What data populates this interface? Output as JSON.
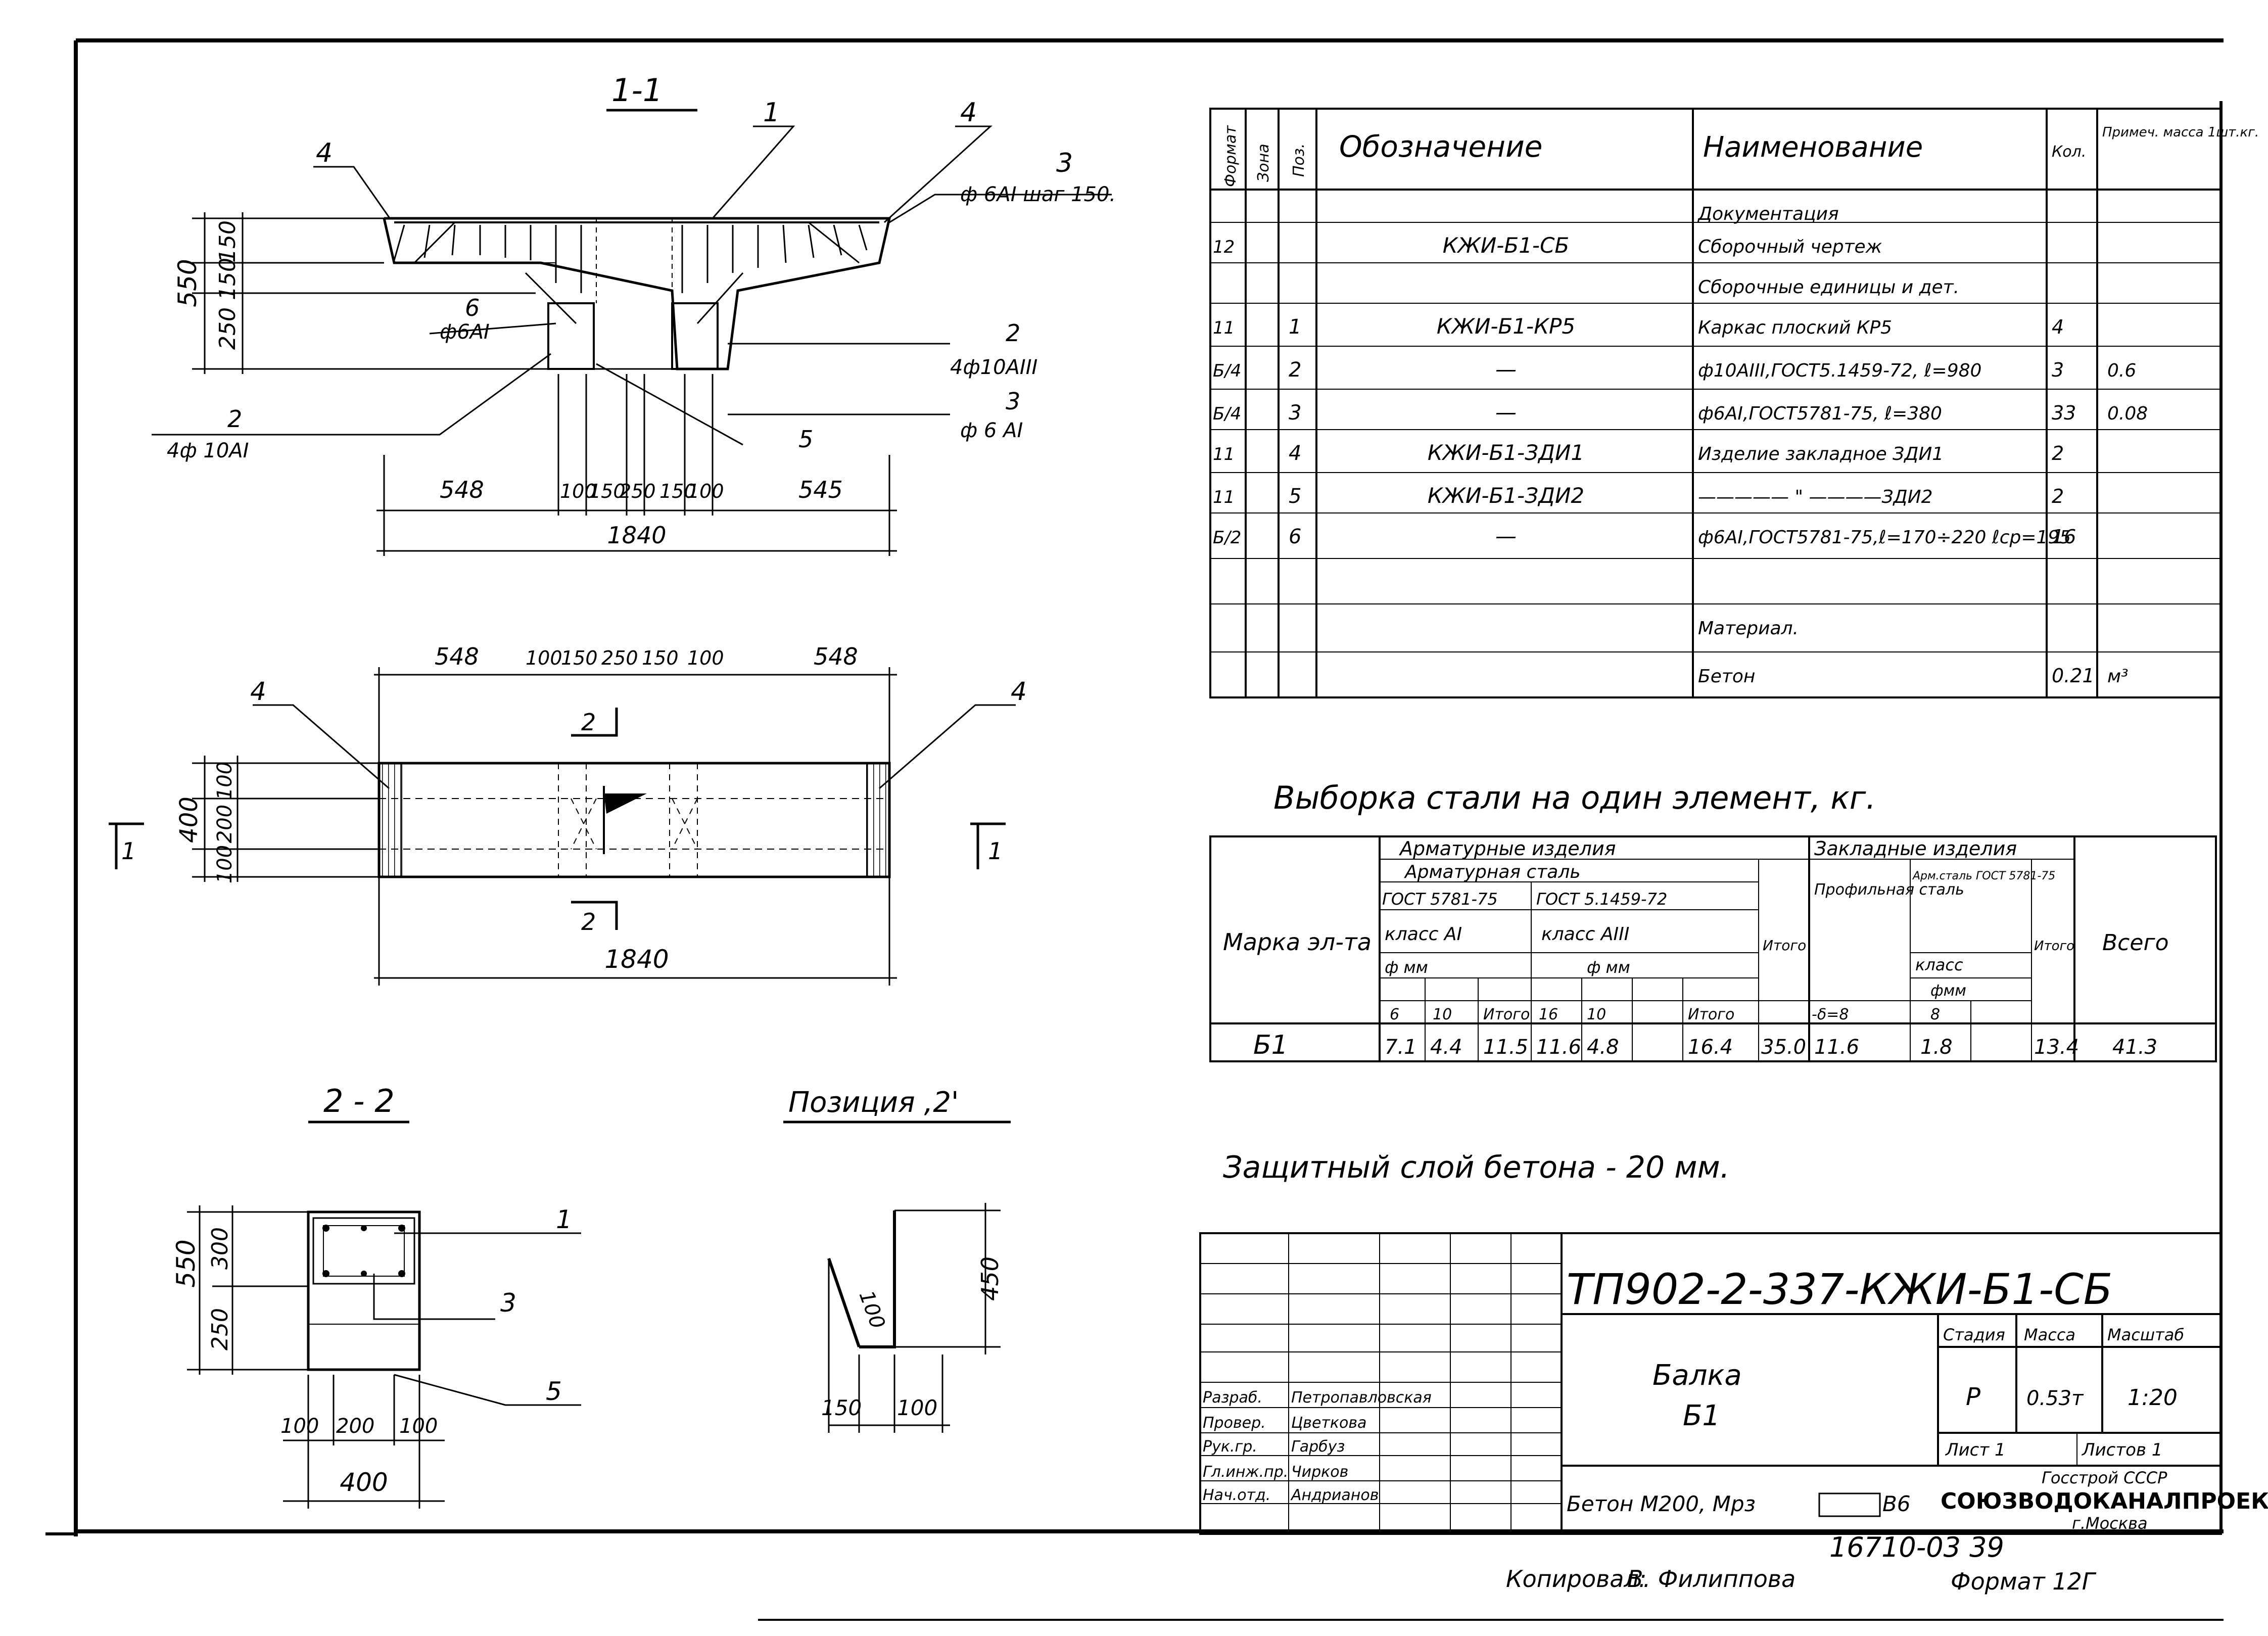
{
  "section_1_1": {
    "title": "1-1",
    "callouts": {
      "c1": "1",
      "c3": "3",
      "c4a": "4",
      "c4b": "4",
      "c2": "2",
      "c2b": "2",
      "c3b": "3",
      "c5": "5",
      "c6": "6"
    },
    "rebar": {
      "r1": "ф 6AI шаг 150.",
      "r2": "4ф10AIII",
      "r3": "ф 6 AI",
      "r4": "4ф 10AI",
      "r5": "ф6AI"
    },
    "dims_vert": [
      "550",
      "150",
      "150",
      "250"
    ],
    "dims_horiz": [
      "548",
      "100",
      "150",
      "250",
      "150",
      "100",
      "545"
    ],
    "total": "1840"
  },
  "plan": {
    "dims_horiz": [
      "548",
      "100",
      "150",
      "250",
      "150",
      "100",
      "548"
    ],
    "dims_vert": [
      "400",
      "100",
      "200",
      "100"
    ],
    "total": "1840",
    "callout_left": "4",
    "callout_right": "4",
    "mark_2": "2",
    "mark_1": "1"
  },
  "section_2_2": {
    "title": "2 - 2",
    "callouts": {
      "c1": "1",
      "c3": "3",
      "c5": "5"
    },
    "dims_vert": [
      "550",
      "300",
      "250"
    ],
    "dims_horiz": [
      "100",
      "200",
      "100"
    ],
    "total": "400"
  },
  "position_2": {
    "title": "Позиция ,2'",
    "dims": {
      "h": "450",
      "d": "100",
      "a": "150",
      "b": "100"
    }
  },
  "spec_table": {
    "headers": {
      "format": "Формат",
      "zone": "Зона",
      "pos": "Поз.",
      "designation": "Обозначение",
      "name": "Наименование",
      "qty": "Кол.",
      "note": "Примеч. масса 1шт.кг."
    },
    "rows": [
      {
        "f": "",
        "z": "",
        "p": "",
        "d": "",
        "n": "Документация",
        "q": "",
        "note": ""
      },
      {
        "f": "12",
        "z": "",
        "p": "",
        "d": "КЖИ-Б1-СБ",
        "n": "Сборочный чертеж",
        "q": "",
        "note": ""
      },
      {
        "f": "",
        "z": "",
        "p": "",
        "d": "",
        "n": "Сборочные единицы и дет.",
        "q": "",
        "note": ""
      },
      {
        "f": "11",
        "z": "",
        "p": "1",
        "d": "КЖИ-Б1-КР5",
        "n": "Каркас плоский КР5",
        "q": "4",
        "note": ""
      },
      {
        "f": "Б/4",
        "z": "",
        "p": "2",
        "d": "—",
        "n": "ф10АIII,ГОСТ5.1459-72, ℓ=980",
        "q": "3",
        "note": "0.6"
      },
      {
        "f": "Б/4",
        "z": "",
        "p": "3",
        "d": "—",
        "n": "ф6АI,ГОСТ5781-75, ℓ=380",
        "q": "33",
        "note": "0.08"
      },
      {
        "f": "11",
        "z": "",
        "p": "4",
        "d": "КЖИ-Б1-ЗДИ1",
        "n": "Изделие закладное ЗДИ1",
        "q": "2",
        "note": ""
      },
      {
        "f": "11",
        "z": "",
        "p": "5",
        "d": "КЖИ-Б1-ЗДИ2",
        "n": "————— \" ————ЗДИ2",
        "q": "2",
        "note": ""
      },
      {
        "f": "Б/2",
        "z": "",
        "p": "6",
        "d": "—",
        "n": "ф6АI,ГОСТ5781-75,ℓ=170÷220 ℓср=195",
        "q": "16",
        "note": ""
      },
      {
        "f": "",
        "z": "",
        "p": "",
        "d": "",
        "n": "",
        "q": "",
        "note": ""
      },
      {
        "f": "",
        "z": "",
        "p": "",
        "d": "",
        "n": "Материал.",
        "q": "",
        "note": ""
      },
      {
        "f": "",
        "z": "",
        "p": "",
        "d": "",
        "n": "Бетон",
        "q": "0.21",
        "note": "м³"
      }
    ]
  },
  "steel_title": "Выборка стали на один элемент, кг.",
  "steel_table": {
    "h_mark": "Марка эл-та",
    "h_arm_items": "Арматурные изделия",
    "h_arm_steel": "Арматурная сталь",
    "h_gost1": "ГОСТ 5781-75",
    "h_gost2": "ГОСТ 5.1459-72",
    "h_class1": "класс АI",
    "h_class2": "класс АIII",
    "h_dia1": "ф мм",
    "h_dia2": "ф мм",
    "h_emb": "Закладные изделия",
    "h_prof": "Профильная сталь",
    "h_armst": "Арм.сталь ГОСТ 5781-75",
    "h_class3": "класс",
    "h_dia3": "фмм",
    "h_total": "Итого",
    "h_all": "Всего",
    "sub": [
      "6",
      "10",
      "Итого",
      "16",
      "10",
      "Итого",
      "-δ=8",
      "8"
    ],
    "row": [
      "Б1",
      "7.1",
      "4.4",
      "11.5",
      "11.6",
      "4.8",
      "16.4",
      "35.0",
      "11.6",
      "1.8",
      "13.4",
      "41.3"
    ]
  },
  "protective_layer": "Защитный слой бетона - 20 мм.",
  "title_block": {
    "code": "ТП902-2-337-КЖИ-Б1-СБ",
    "name1": "Балка",
    "name2": "Б1",
    "stage_h": "Стадия",
    "mass_h": "Масса",
    "scale_h": "Масштаб",
    "stage": "Р",
    "mass": "0.53т",
    "scale": "1:20",
    "sheet": "Лист 1",
    "sheets": "Листов 1",
    "concrete": "Бетон М200, Мрз",
    "concrete_suffix": "В6",
    "org1": "Госстрой СССР",
    "org2": "СОЮЗВОДОКАНАЛПРОЕКТ",
    "org3": "г.Москва",
    "people": [
      {
        "role": "Разраб.",
        "name": "Петропавловская"
      },
      {
        "role": "Провер.",
        "name": "Цветкова"
      },
      {
        "role": "Рук.гр.",
        "name": "Гарбуз"
      },
      {
        "role": "Гл.инж.пр.",
        "name": "Чирков"
      },
      {
        "role": "Нач.отд.",
        "name": "Андрианов"
      }
    ]
  },
  "stamp": "16710-03 39",
  "copied": "Копировал:",
  "copied_by": "В. Филиппова",
  "format": "Формат 12Г"
}
